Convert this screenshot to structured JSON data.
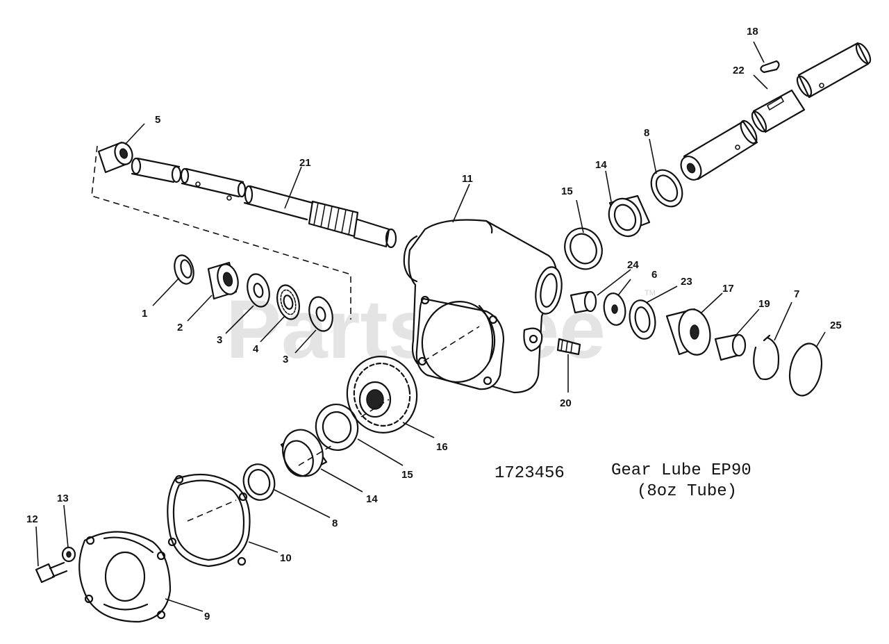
{
  "watermark": {
    "text": "PartsTree",
    "tm": "TM"
  },
  "note": {
    "part_number": "1723456",
    "description_line1": "Gear Lube EP90",
    "description_line2": "(8oz Tube)"
  },
  "callouts": {
    "c1": "1",
    "c2": "2",
    "c3a": "3",
    "c3b": "3",
    "c4": "4",
    "c5": "5",
    "c6": "6",
    "c7": "7",
    "c8a": "8",
    "c8b": "8",
    "c9": "9",
    "c10": "10",
    "c11": "11",
    "c12": "12",
    "c13": "13",
    "c14a": "14",
    "c14b": "14",
    "c15a": "15",
    "c15b": "15",
    "c16": "16",
    "c17": "17",
    "c18": "18",
    "c19": "19",
    "c20": "20",
    "c21": "21",
    "c22": "22",
    "c23": "23",
    "c24": "24",
    "c25": "25"
  }
}
